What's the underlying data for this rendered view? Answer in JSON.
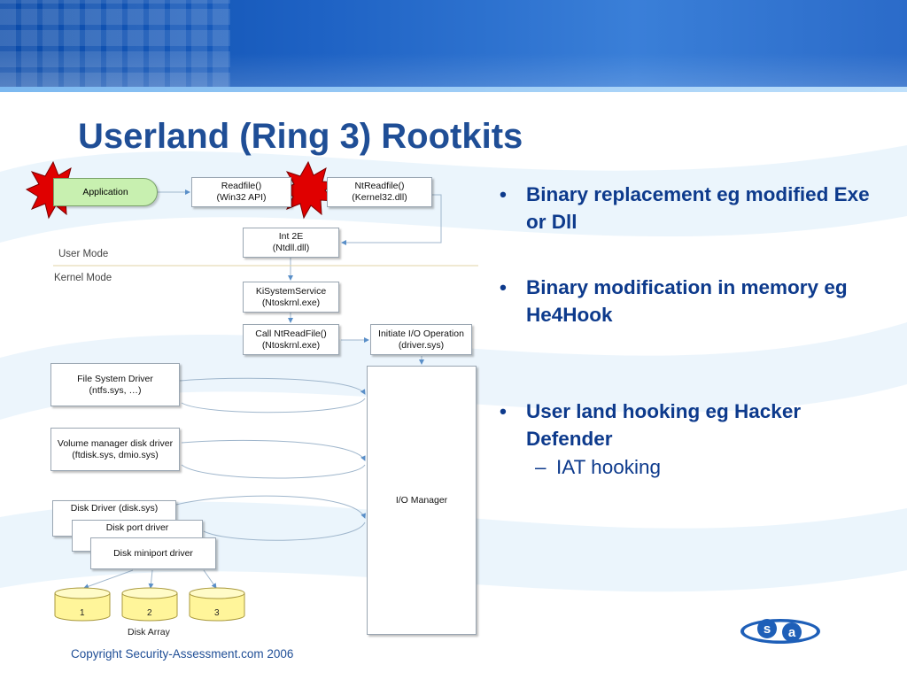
{
  "slide": {
    "title": "Userland (Ring 3) Rootkits",
    "copyright": "Copyright Security-Assessment.com 2006"
  },
  "diagram": {
    "application": "Application",
    "readfile": "Readfile()\n(Win32 API)",
    "ntreadfile": "NtReadfile()\n(Kernel32.dll)",
    "int2e": "Int 2E\n(Ntdll.dll)",
    "user_mode": "User Mode",
    "kernel_mode": "Kernel Mode",
    "kisystemservice": "KiSystemService\n(Ntoskrnl.exe)",
    "call_ntreadfile": "Call NtReadFile()\n(Ntoskrnl.exe)",
    "initiate_io": "Initiate I/O Operation\n(driver.sys)",
    "fs_driver": "File System Driver\n(ntfs.sys, …)",
    "volume_manager": "Volume manager disk driver\n(ftdisk.sys, dmio.sys)",
    "disk_driver": "Disk Driver (disk.sys)",
    "disk_port": "Disk port driver",
    "disk_miniport": "Disk miniport driver",
    "io_manager": "I/O Manager",
    "disks": [
      "1",
      "2",
      "3"
    ],
    "disk_array": "Disk Array"
  },
  "bullets": [
    {
      "text": "Binary replacement eg modified Exe or Dll"
    },
    {
      "text": "Binary modification in memory eg He4Hook"
    },
    {
      "text": "User land hooking eg Hacker Defender",
      "sub": "IAT hooking"
    }
  ],
  "logo": {
    "left": "s",
    "right": "a"
  },
  "colors": {
    "title": "#1f4e96",
    "banner": "#1e62c4",
    "starburst": "#e00000",
    "app_fill": "#c8f0b0",
    "disk_fill": "#fff59a"
  }
}
